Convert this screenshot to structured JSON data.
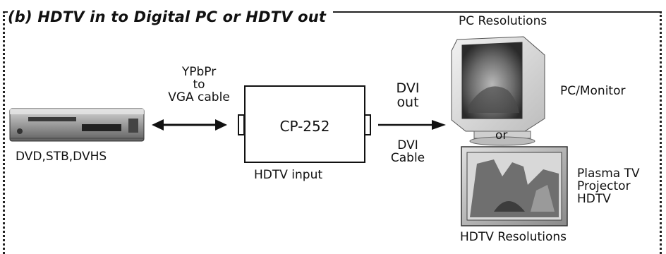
{
  "title": "(b) HDTV in to Digital PC or HDTV out",
  "source_device": {
    "label": "DVD,STB,DVHS",
    "icon": "dvd-player-icon"
  },
  "cable_in": {
    "line1": "YPbPr",
    "line2": "to",
    "line3": "VGA cable"
  },
  "converter": {
    "label": "CP-252",
    "input_label": "HDTV input"
  },
  "output": {
    "line1": "DVI",
    "line2": "out"
  },
  "cable_out": {
    "line1": "DVI",
    "line2": "Cable"
  },
  "monitor": {
    "resolutions": "PC Resolutions",
    "label": "PC/Monitor",
    "icon": "crt-monitor-icon"
  },
  "or_label": "or",
  "tv": {
    "line1": "Plasma TV",
    "line2": "Projector",
    "line3": "HDTV",
    "resolutions": "HDTV Resolutions",
    "icon": "plasma-tv-icon"
  }
}
